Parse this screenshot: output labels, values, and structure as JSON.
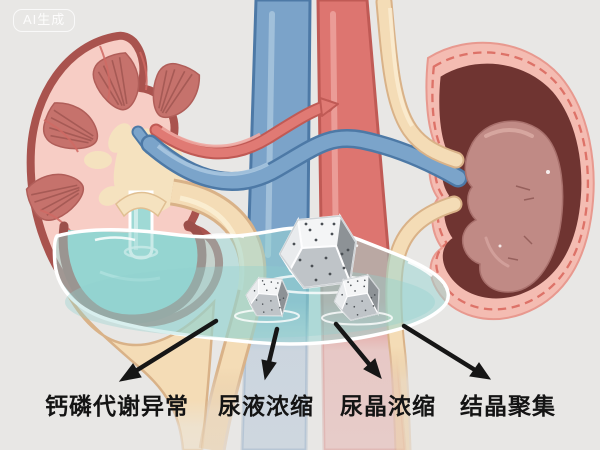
{
  "watermark": {
    "text": "AI生成"
  },
  "labels": {
    "items": [
      {
        "text": "钙磷代谢异常"
      },
      {
        "text": "尿液浓缩"
      },
      {
        "text": "尿晶浓缩"
      },
      {
        "text": "结晶聚集"
      }
    ]
  },
  "colors": {
    "background": "#e8e7e5",
    "vena_cava_blue": "#7ba3c9",
    "aorta_red": "#dd7570",
    "vessel_blue_edge": "#4d79a6",
    "vessel_red_edge": "#c05a55",
    "ureter_cream": "#f4dcb6",
    "ureter_edge": "#d9b288",
    "kidney_cortex_pink": "#f7cdc5",
    "kidney_capsule_dark": "#a9534e",
    "pyramid_rose": "#c6726c",
    "renal_pelvis_cream": "#f5e2bf",
    "right_kidney_rim_pink": "#f4bcb2",
    "right_kidney_dashed": "#dd7268",
    "right_kidney_dark": "#6f3431",
    "right_kidney_inner_mauve": "#c08a85",
    "urine_pool_cyan": "#9ad7d3",
    "bowl_liquid_cyan": "#90d4d0",
    "crystal_light": "#f4f5f6",
    "crystal_dark": "#8d9296",
    "arrow_black": "#161616"
  }
}
